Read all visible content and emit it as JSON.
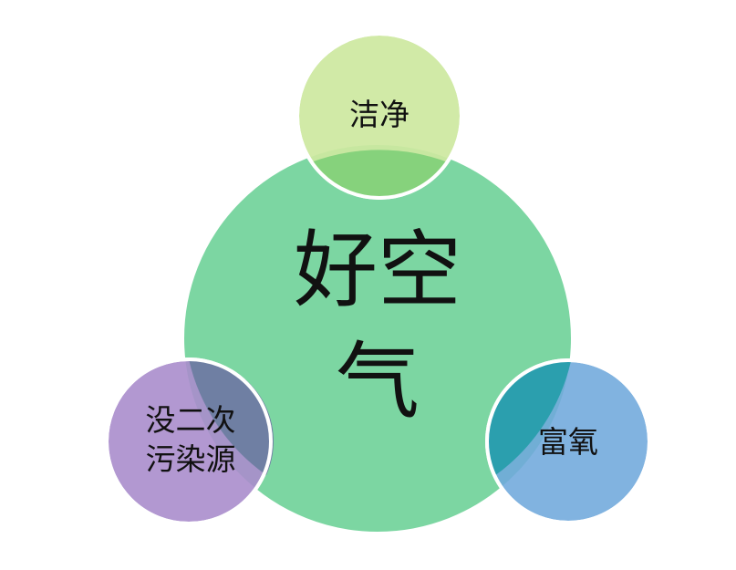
{
  "diagram": {
    "center": {
      "line1": "好空",
      "line2": "气",
      "color": "#7cd6a2"
    },
    "satellites": {
      "clean": {
        "label": "洁净",
        "color": "#cde89f"
      },
      "oxygen": {
        "label": "富氧",
        "color": "#6fa9dc"
      },
      "pollution": {
        "line1": "没二次",
        "line2": "污染源",
        "color": "#aa8dcc"
      }
    }
  }
}
